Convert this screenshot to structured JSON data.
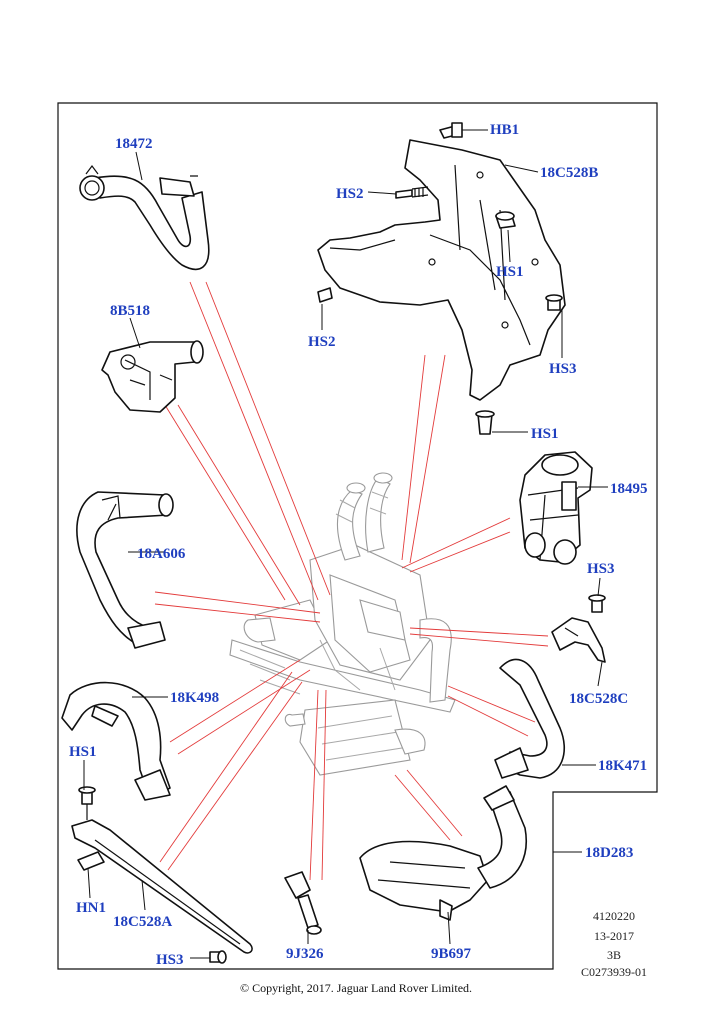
{
  "labels": {
    "p18472": "18472",
    "pHB1": "HB1",
    "p18C528B": "18C528B",
    "pHS2a": "HS2",
    "pHS1a": "HS1",
    "pHS2b": "HS2",
    "pHS3a": "HS3",
    "pHS1b": "HS1",
    "p8B518": "8B518",
    "p18495": "18495",
    "p18A606": "18A606",
    "pHS3b": "HS3",
    "p18C528C": "18C528C",
    "p18K498": "18K498",
    "p18K471": "18K471",
    "pHS1c": "HS1",
    "pHN1": "HN1",
    "p18D283": "18D283",
    "p18C528A": "18C528A",
    "p9J326": "9J326",
    "p9B697": "9B697",
    "pHS3c": "HS3"
  },
  "meta": {
    "line1": "4120220",
    "line2": "13-2017",
    "line3": "3B",
    "line4": "C0273939-01"
  },
  "copyright": "© Copyright, 2017. Jaguar Land Rover Limited.",
  "colors": {
    "label": "#1f3fbf",
    "leader_red": "#e33b3b",
    "line": "#111111"
  }
}
